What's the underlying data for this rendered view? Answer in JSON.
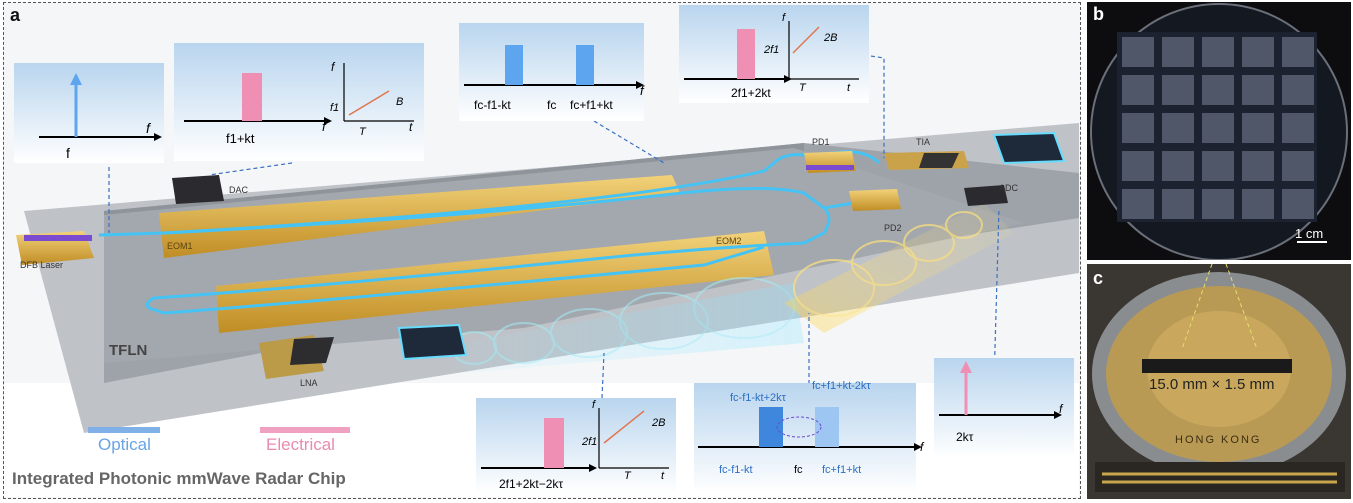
{
  "panels": {
    "a": "a",
    "b": "b",
    "c": "c"
  },
  "title": "Integrated Photonic mmWave Radar Chip",
  "legend": {
    "optical": "Optical",
    "electrical": "Electrical"
  },
  "components": {
    "dfb_laser": "DFB Laser",
    "dac": "DAC",
    "eom1": "EOM1",
    "eom2": "EOM2",
    "pd1": "PD1",
    "pd2": "PD2",
    "tia": "TIA",
    "adc": "ADC",
    "lna": "LNA",
    "tfln": "TFLN"
  },
  "spectra": {
    "s1_label": "f",
    "s1_x": "f",
    "s2_label": "f",
    "s2_x": "f",
    "s2_freq": "f1+kt",
    "s2_t_axis": "t",
    "s2_T": "T",
    "s2_B": "B",
    "s2_f1": "f1",
    "s3_left": "fc-f1-kt",
    "s3_center": "fc",
    "s3_right": "fc+f1+kt",
    "s3_x": "f",
    "s4_freq": "2f1+2kt",
    "s4_2B": "2B",
    "s4_2f1": "2f1",
    "s4_T": "T",
    "s4_t": "t",
    "s4_f": "f",
    "s5_freq": "2f1+2kt−2kτ",
    "s5_2B": "2B",
    "s5_2f1": "2f1",
    "s5_T": "T",
    "s5_t": "t",
    "s5_f": "f",
    "s6_top_left": "fc-f1-kt+2kτ",
    "s6_top_right": "fc+f1+kt-2kτ",
    "s6_bot_left": "fc-f1-kt",
    "s6_center": "fc",
    "s6_bot_right": "fc+f1+kt",
    "s6_f": "f",
    "s7_freq": "2kτ",
    "s7_f": "f"
  },
  "scale": {
    "b_scale": "1 cm",
    "c_size": "15.0 mm × 1.5 mm",
    "coin_text": "HONG KONG"
  },
  "colors": {
    "optical": "#4aa3f0",
    "electrical": "#f08fb4",
    "gold": "#d4a93a",
    "waveguide": "#46c3f5"
  }
}
